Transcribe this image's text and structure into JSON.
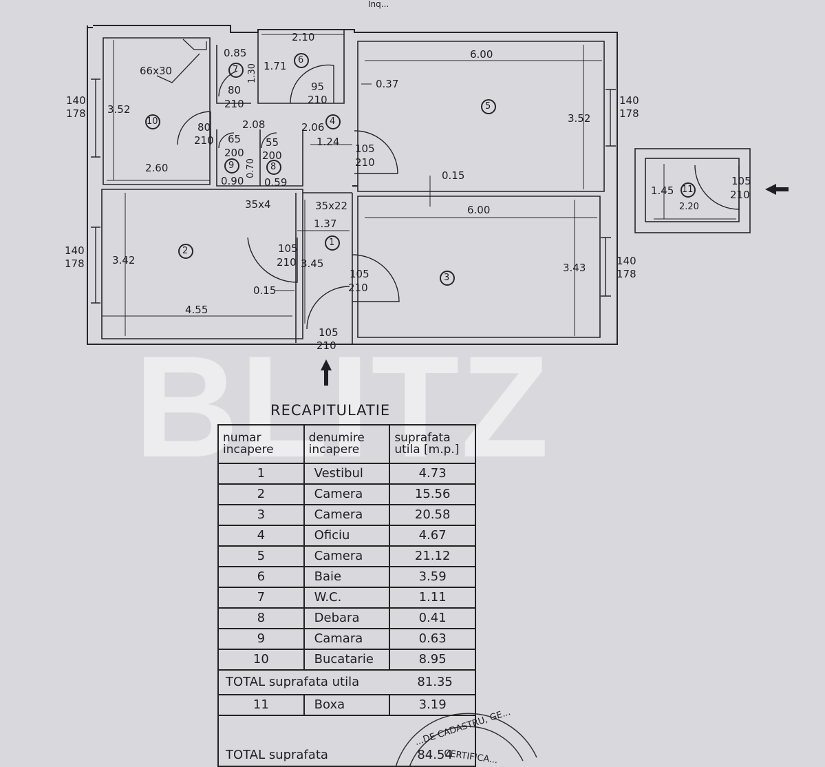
{
  "header_fragment": "Inq...",
  "dimensions": {
    "room10": {
      "opening": "66x30",
      "w": "2.60",
      "h": "3.52",
      "window_w": "140",
      "window_h": "178"
    },
    "room7": {
      "w": "0.85",
      "h": "1.30",
      "door_w": "80",
      "door_h": "210"
    },
    "room6": {
      "w": "2.10",
      "h": "1.71",
      "door_w": "95",
      "door_h": "210"
    },
    "room5": {
      "w": "6.00",
      "h": "3.52",
      "offset": "0.37",
      "window_w": "140",
      "window_h": "178"
    },
    "room4": {
      "w": "2.06",
      "w2": "2.08",
      "h": "1.24",
      "door_w": "105",
      "door_h": "210",
      "kitchen_door_w": "80",
      "kitchen_door_h": "210"
    },
    "room9": {
      "door_w": "65",
      "door_h": "200",
      "w": "0.90",
      "h": "0.70"
    },
    "room8": {
      "door_w": "55",
      "door_h": "200",
      "w": "0.59"
    },
    "room2": {
      "w": "4.55",
      "h": "3.42",
      "wall": "0.15",
      "window_w": "140",
      "window_h": "178",
      "opening": "35x4"
    },
    "room1": {
      "w": "1.37",
      "h": "3.45",
      "opening": "35x22",
      "door_w": "105",
      "door_h": "210",
      "entry_door_w": "105",
      "entry_door_h": "210",
      "door3_w": "105",
      "door3_h": "210"
    },
    "room3": {
      "w": "6.00",
      "h": "3.43",
      "wall": "0.15",
      "window_w": "140",
      "window_h": "178"
    },
    "room11": {
      "w": "2.20",
      "h": "1.45",
      "door_w": "105",
      "door_h": "210"
    }
  },
  "room_numbers": [
    "1",
    "2",
    "3",
    "4",
    "5",
    "6",
    "7",
    "8",
    "9",
    "10",
    "11"
  ],
  "watermark": "BLITZ",
  "recap": {
    "title": "RECAPITULATIE",
    "headers": [
      "numar incapere",
      "denumire incapere",
      "suprafata utila [m.p.]"
    ],
    "rows": [
      {
        "nr": "1",
        "name": "Vestibul",
        "area": "4.73"
      },
      {
        "nr": "2",
        "name": "Camera",
        "area": "15.56"
      },
      {
        "nr": "3",
        "name": "Camera",
        "area": "20.58"
      },
      {
        "nr": "4",
        "name": "Oficiu",
        "area": "4.67"
      },
      {
        "nr": "5",
        "name": "Camera",
        "area": "21.12"
      },
      {
        "nr": "6",
        "name": "Baie",
        "area": "3.59"
      },
      {
        "nr": "7",
        "name": "W.C.",
        "area": "1.11"
      },
      {
        "nr": "8",
        "name": "Debara",
        "area": "0.41"
      },
      {
        "nr": "9",
        "name": "Camara",
        "area": "0.63"
      },
      {
        "nr": "10",
        "name": "Bucatarie",
        "area": "8.95"
      }
    ],
    "total_util_label": "TOTAL suprafata utila",
    "total_util_value": "81.35",
    "extra_row": {
      "nr": "11",
      "name": "Boxa",
      "area": "3.19"
    },
    "total_label": "TOTAL suprafata",
    "total_value": "84.54"
  },
  "stamp_text": [
    "...DE CADASTRU, GE...",
    "CERTIFICA..."
  ]
}
